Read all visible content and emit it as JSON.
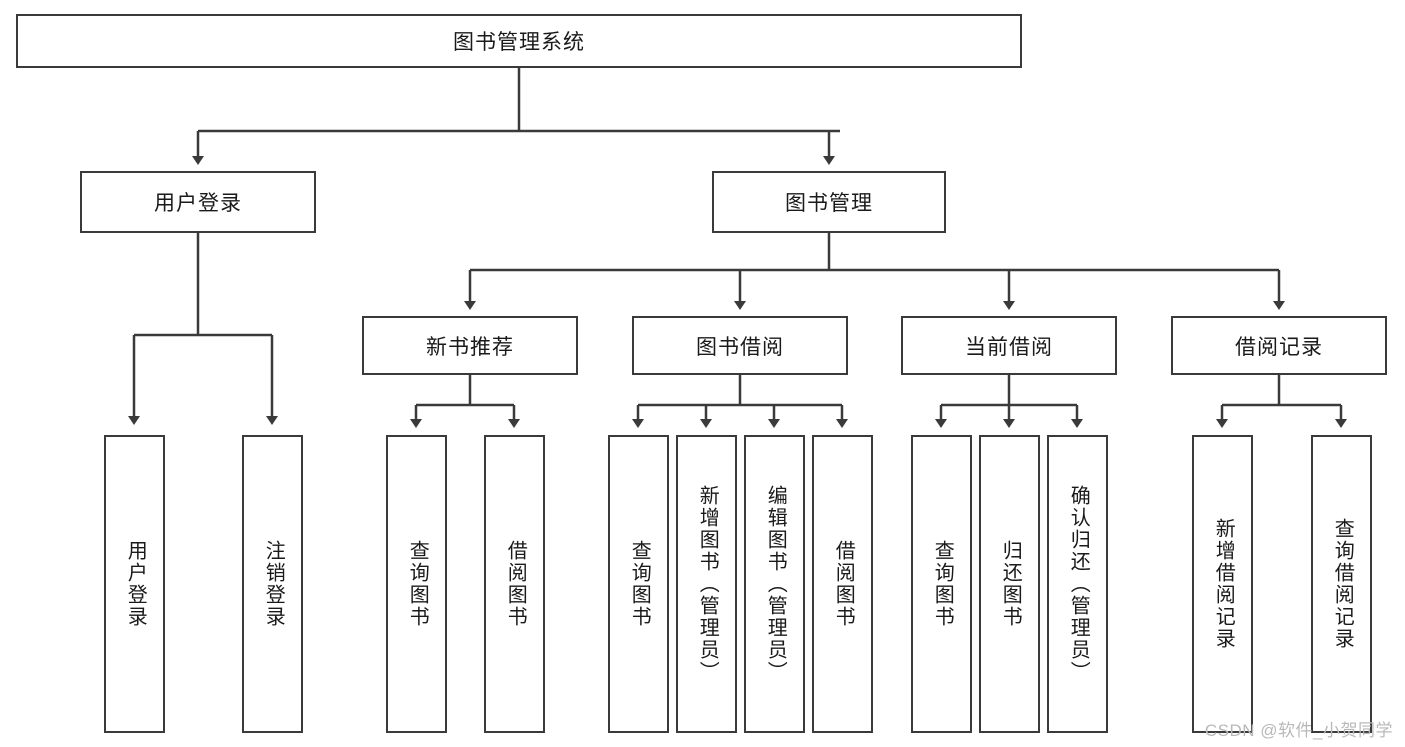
{
  "diagram": {
    "type": "tree-hierarchy",
    "title": "图书管理系统",
    "root": {
      "id": "root",
      "label": "图书管理系统"
    },
    "level2": [
      {
        "id": "user-login",
        "label": "用户登录"
      },
      {
        "id": "book-manage",
        "label": "图书管理"
      }
    ],
    "level3": [
      {
        "id": "new-book-rec",
        "label": "新书推荐",
        "parent": "book-manage"
      },
      {
        "id": "book-borrow",
        "label": "图书借阅",
        "parent": "book-manage"
      },
      {
        "id": "current-borrow",
        "label": "当前借阅",
        "parent": "book-manage"
      },
      {
        "id": "borrow-record",
        "label": "借阅记录",
        "parent": "book-manage"
      }
    ],
    "leaves": {
      "user-login": [
        {
          "id": "leaf-user-login",
          "label": "用户登录"
        },
        {
          "id": "leaf-logout",
          "label": "注销登录"
        }
      ],
      "new-book-rec": [
        {
          "id": "leaf-query-book-1",
          "label": "查询图书"
        },
        {
          "id": "leaf-borrow-book-1",
          "label": "借阅图书"
        }
      ],
      "book-borrow": [
        {
          "id": "leaf-query-book-2",
          "label": "查询图书"
        },
        {
          "id": "leaf-add-book",
          "label": "新增图书（管理员）"
        },
        {
          "id": "leaf-edit-book",
          "label": "编辑图书（管理员）"
        },
        {
          "id": "leaf-borrow-book-2",
          "label": "借阅图书"
        }
      ],
      "current-borrow": [
        {
          "id": "leaf-query-book-3",
          "label": "查询图书"
        },
        {
          "id": "leaf-return-book",
          "label": "归还图书"
        },
        {
          "id": "leaf-confirm-return",
          "label": "确认归还（管理员）"
        }
      ],
      "borrow-record": [
        {
          "id": "leaf-add-record",
          "label": "新增借阅记录"
        },
        {
          "id": "leaf-query-record",
          "label": "查询借阅记录"
        }
      ]
    }
  },
  "watermark": {
    "text": "CSDN @软件_小贺同学"
  },
  "colors": {
    "stroke": "#3a3a3a",
    "text": "#1a1a1a",
    "background": "#ffffff",
    "watermark": "#b9b9b9"
  }
}
